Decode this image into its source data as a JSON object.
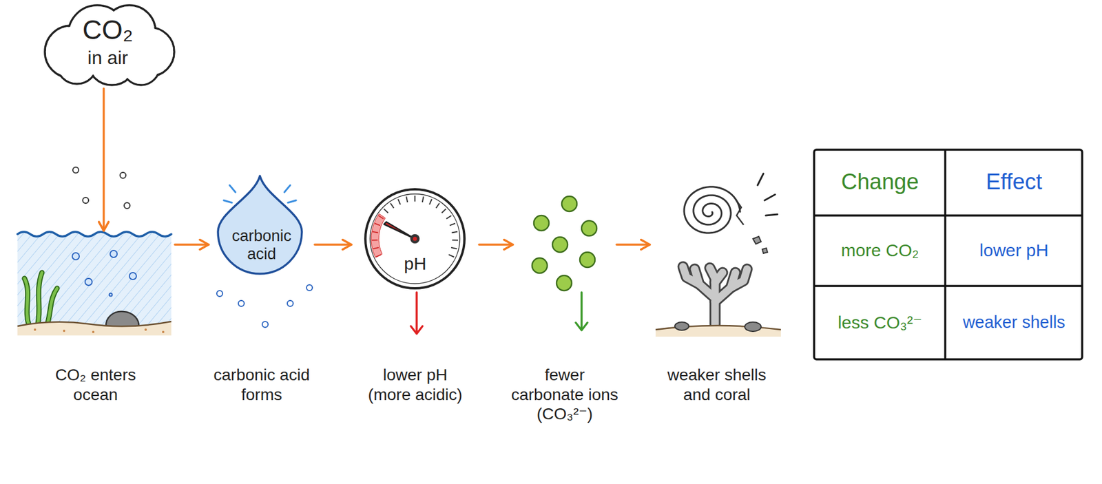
{
  "diagram": {
    "nodes": [
      {
        "text": [
          "CO₂",
          "in air"
        ]
      },
      {
        "text": [
          "CO₂ enters ocean"
        ]
      },
      {
        "text": [
          "carbonic acid",
          "carbonic acid forms"
        ]
      },
      {
        "text": [
          "pH",
          "lower pH (more acidic)"
        ]
      },
      {
        "text": [
          "fewer carbonate ions (CO₃²⁻)"
        ]
      },
      {
        "text": [
          "weaker shells and coral"
        ]
      }
    ],
    "edges": [
      {
        "from": 0,
        "to": 1,
        "arrow": "to"
      },
      {
        "from": 1,
        "to": 2,
        "arrow": "to"
      },
      {
        "from": 2,
        "to": 3,
        "arrow": "to"
      },
      {
        "from": 3,
        "to": 4,
        "arrow": "to"
      },
      {
        "from": 4,
        "to": 5,
        "arrow": "to"
      }
    ],
    "labels": [
      "Change",
      "Effect",
      "more CO₂",
      "lower pH",
      "less CO₃²⁻",
      "weaker shells"
    ]
  }
}
